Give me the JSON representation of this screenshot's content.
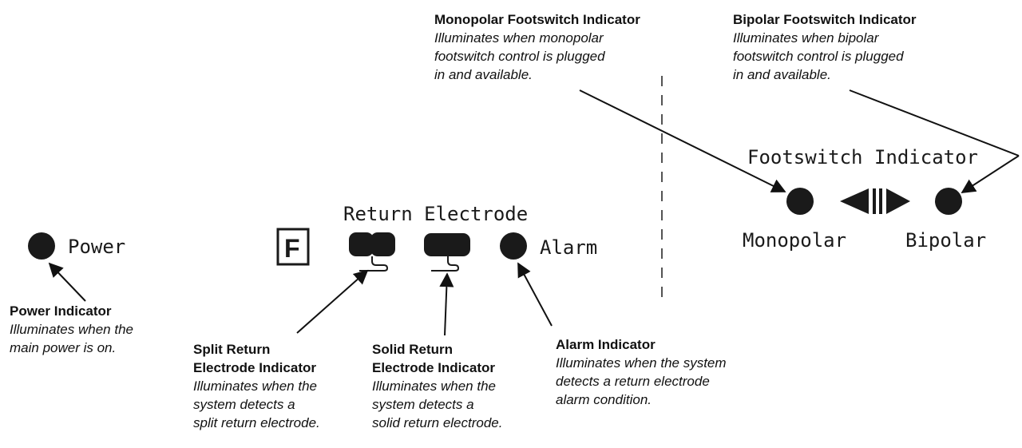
{
  "panel": {
    "power_label": "Power",
    "return_electrode_label": "Return Electrode",
    "alarm_label": "Alarm",
    "footswitch_label": "Footswitch Indicator",
    "monopolar_label": "Monopolar",
    "bipolar_label": "Bipolar",
    "f_symbol": "F"
  },
  "callouts": {
    "power": {
      "title": [
        "Power Indicator"
      ],
      "desc": [
        "Illuminates when the",
        "main power is on."
      ]
    },
    "split": {
      "title": [
        "Split Return",
        "Electrode Indicator"
      ],
      "desc": [
        "Illuminates when the",
        "system detects a",
        "split return electrode."
      ]
    },
    "solid": {
      "title": [
        "Solid Return",
        "Electrode Indicator"
      ],
      "desc": [
        "Illuminates when the",
        "system detects a",
        "solid return electrode."
      ]
    },
    "alarm": {
      "title": [
        "Alarm Indicator"
      ],
      "desc": [
        "Illuminates when the system",
        "detects a return electrode",
        "alarm condition."
      ]
    },
    "monopolar": {
      "title": [
        "Monopolar Footswitch Indicator"
      ],
      "desc": [
        "Illuminates when monopolar",
        "footswitch control is plugged",
        "in and available."
      ]
    },
    "bipolar": {
      "title": [
        "Bipolar Footswitch Indicator"
      ],
      "desc": [
        "Illuminates when bipolar",
        "footswitch control is plugged",
        "in and available."
      ]
    }
  }
}
